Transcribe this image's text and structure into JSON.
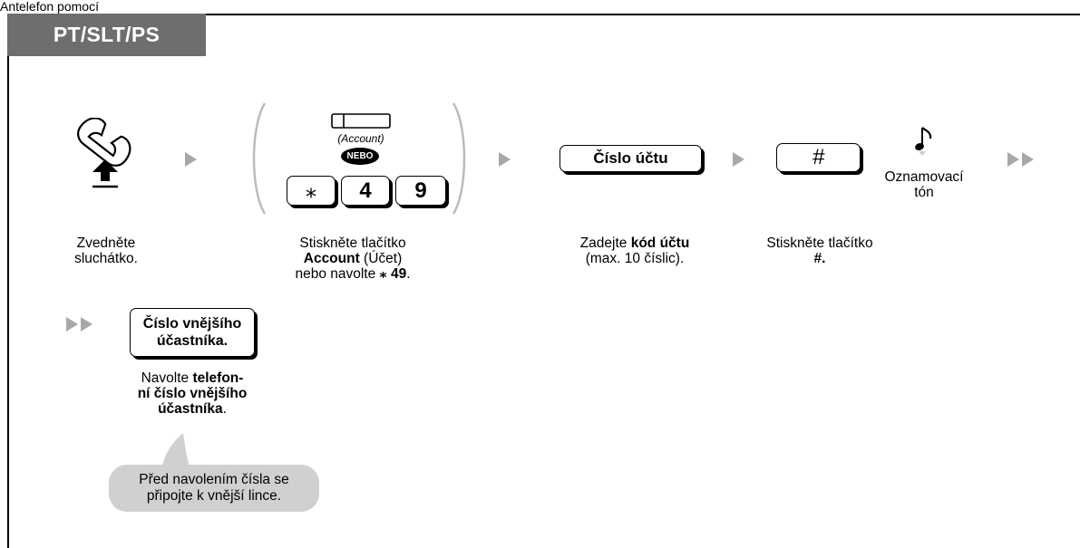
{
  "page": {
    "top_text": "Antelefon pomocí"
  },
  "tab": {
    "label": "PT/SLT/PS"
  },
  "step1": {
    "caption_line1": "Zvedněte",
    "caption_line2": "sluchátko."
  },
  "step2": {
    "account_key_label": "(Account)",
    "or_badge": "NEBO",
    "keys": [
      "⁎",
      "4",
      "9"
    ],
    "caption_line1": "Stiskněte tlačítko",
    "caption_bold": "Account",
    "caption_line2_rest": " (Účet)",
    "caption_line3_pre": "nebo navolte ",
    "caption_line3_bold": "⁎ 49",
    "caption_line3_end": "."
  },
  "step3": {
    "box_label": "Číslo účtu",
    "caption_pre": "Zadejte ",
    "caption_bold": "kód účtu",
    "caption_line2": "(max. 10 číslic)."
  },
  "step4": {
    "key_label": "#",
    "tone_line1": "Oznamovací",
    "tone_line2": "tón",
    "caption_line1": "Stiskněte tlačítko",
    "caption_line2": "#."
  },
  "step5": {
    "box_line1": "Číslo vnějšího",
    "box_line2": "účastníka.",
    "caption_pre": "Navolte ",
    "caption_bold1": "telefon-",
    "caption_bold2": "ní číslo vnějšího",
    "caption_bold3": "účastníka",
    "caption_end": "."
  },
  "note": {
    "line1": "Před navolením čísla se",
    "line2": "připojte k vnější lince."
  }
}
